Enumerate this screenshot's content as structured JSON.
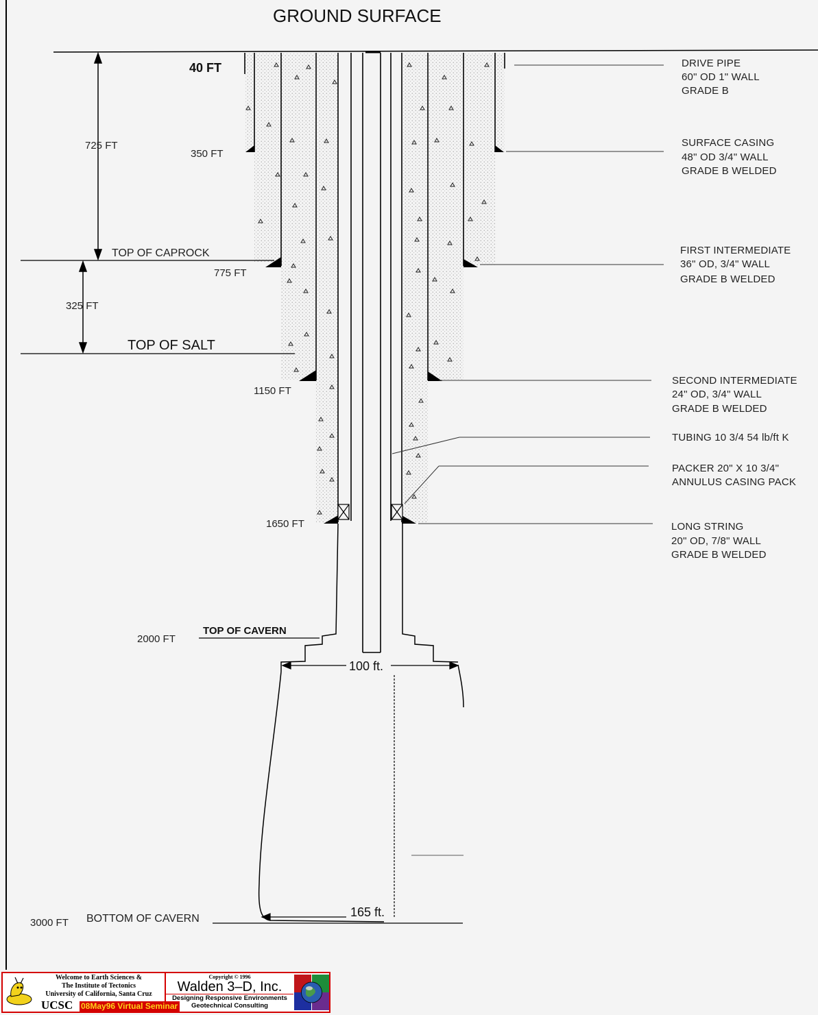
{
  "diagram": {
    "ground_surface": "GROUND SURFACE",
    "depths": {
      "d40": "40 FT",
      "d350": "350 FT",
      "d725": "725  FT",
      "d775": "775 FT",
      "d325": "325  FT",
      "d1150": "1150 FT",
      "d1650": "1650 FT",
      "d2000": "2000 FT",
      "d3000": "3000 FT"
    },
    "formations": {
      "caprock": "TOP OF CAPROCK",
      "salt": "TOP OF SALT",
      "cavern_top": "TOP OF CAVERN",
      "cavern_bottom": "BOTTOM OF CAVERN"
    },
    "dimensions": {
      "width_top": "100 ft.",
      "width_bottom": "165 ft."
    },
    "specs": [
      {
        "name": "drive-pipe",
        "lines": [
          "DRIVE PIPE",
          "60\" OD 1\" WALL",
          "GRADE B"
        ]
      },
      {
        "name": "surface-casing",
        "lines": [
          "SURFACE CASING",
          "48\" OD 3/4\" WALL",
          "GRADE B WELDED"
        ]
      },
      {
        "name": "first-intermediate",
        "lines": [
          "FIRST INTERMEDIATE",
          "36\" OD, 3/4\" WALL",
          "GRADE B WELDED"
        ]
      },
      {
        "name": "second-intermediate",
        "lines": [
          "SECOND INTERMEDIATE",
          "24\" OD, 3/4\" WALL",
          "GRADE B WELDED"
        ]
      },
      {
        "name": "tubing",
        "lines": [
          "TUBING 10 3/4  54 lb/ft  K"
        ]
      },
      {
        "name": "packer",
        "lines": [
          "PACKER 20\" X 10 3/4\"",
          "ANNULUS CASING PACK"
        ]
      },
      {
        "name": "long-string",
        "lines": [
          "LONG STRING",
          "20\" OD, 7/8\" WALL",
          "GRADE B WELDED"
        ]
      }
    ]
  },
  "banner": {
    "welcome_lines": [
      "Welcome to Earth Sciences &",
      "The Institute of Tectonics",
      "University of California, Santa Cruz"
    ],
    "ucsc": "UCSC",
    "seminar": "08May96 Virtual Seminar",
    "copyright": "Copyright © 1996",
    "company": "Walden 3–D, Inc.",
    "tagline": "Designing Responsive Environments",
    "tagline2": "Geotechnical Consulting"
  },
  "colors": {
    "banner_red": "#d40000",
    "seminar_text": "#ffd21a"
  }
}
